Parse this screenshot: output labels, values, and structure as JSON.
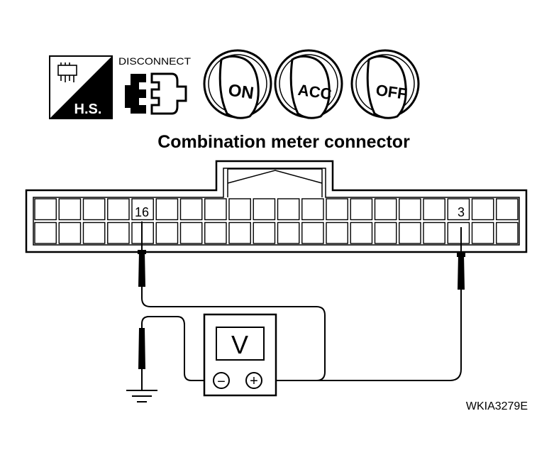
{
  "title": "Combination meter connector",
  "icons": {
    "harness_side": "H.S.",
    "disconnect": "DISCONNECT",
    "ignition_on": "ON",
    "ignition_acc": "ACC",
    "ignition_off": "OFF"
  },
  "terminals": {
    "left": "16",
    "right": "3"
  },
  "meter": {
    "label": "V",
    "negative": "−",
    "positive": "+"
  },
  "figure_id": "WKIA3279E"
}
